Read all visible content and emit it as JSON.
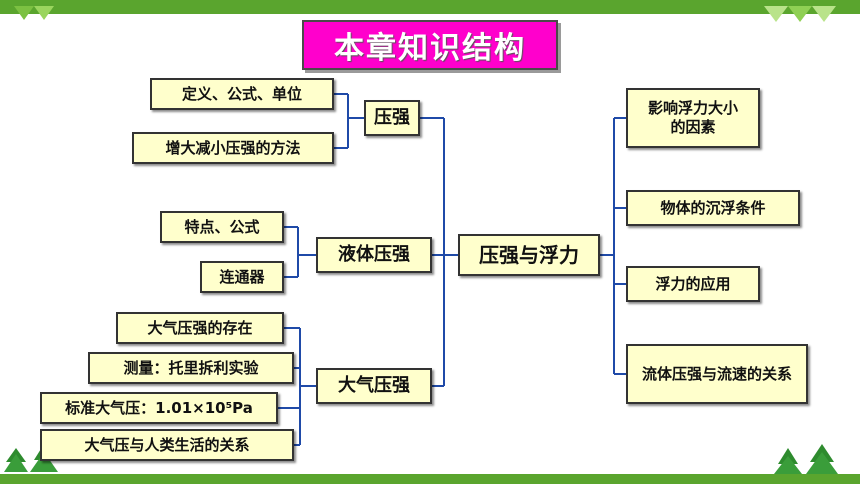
{
  "title": "本章知识结构",
  "center": "压强与浮力",
  "left": {
    "pressure": {
      "label": "压强",
      "children": [
        "定义、公式、单位",
        "增大减小压强的方法"
      ]
    },
    "liquid_pressure": {
      "label": "液体压强",
      "children": [
        "特点、公式",
        "连通器"
      ]
    },
    "atmospheric_pressure": {
      "label": "大气压强",
      "children": [
        "大气压强的存在",
        "测量：托里拆利实验",
        "标准大气压：1.01×10⁵Pa",
        "大气压与人类生活的关系"
      ]
    }
  },
  "right": {
    "items": [
      "影响浮力大小的因素",
      "物体的沉浮条件",
      "浮力的应用",
      "流体压强与流速的关系"
    ]
  },
  "colors": {
    "title_bg": "#ff00cc",
    "box_bg": "#ffffcc",
    "connector": "#1f4aa8",
    "frame_green": "#5aa52e"
  }
}
